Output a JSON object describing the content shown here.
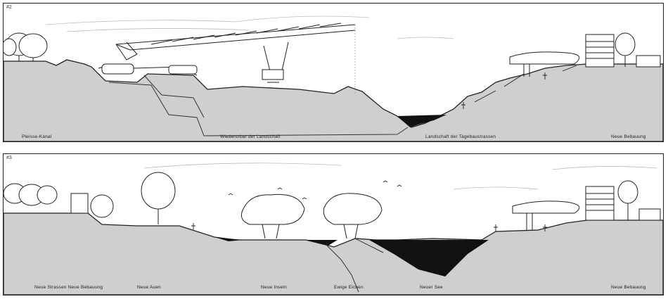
{
  "colors": {
    "ink": "#222222",
    "ground": "#cfcfcf",
    "water": "#111111",
    "paper": "#ffffff"
  },
  "panels": [
    {
      "number": "#2",
      "labels": {
        "canal": "Pleisse-Kanal",
        "recultivation": "Wiederurbar der Landschaft",
        "mining_landscape": "Landschaft der Tagebaustrassen",
        "buildings": "Neue Bebauung"
      }
    },
    {
      "number": "#3",
      "labels": {
        "streets_buildings": "Neue Strassen  Neue Bebauung",
        "floodplains": "Neue Auen",
        "islands": "Neue Inseln",
        "oaks": "Ewige Eichen",
        "lake": "Neuer See",
        "buildings": "Neue Bebauung"
      }
    }
  ]
}
